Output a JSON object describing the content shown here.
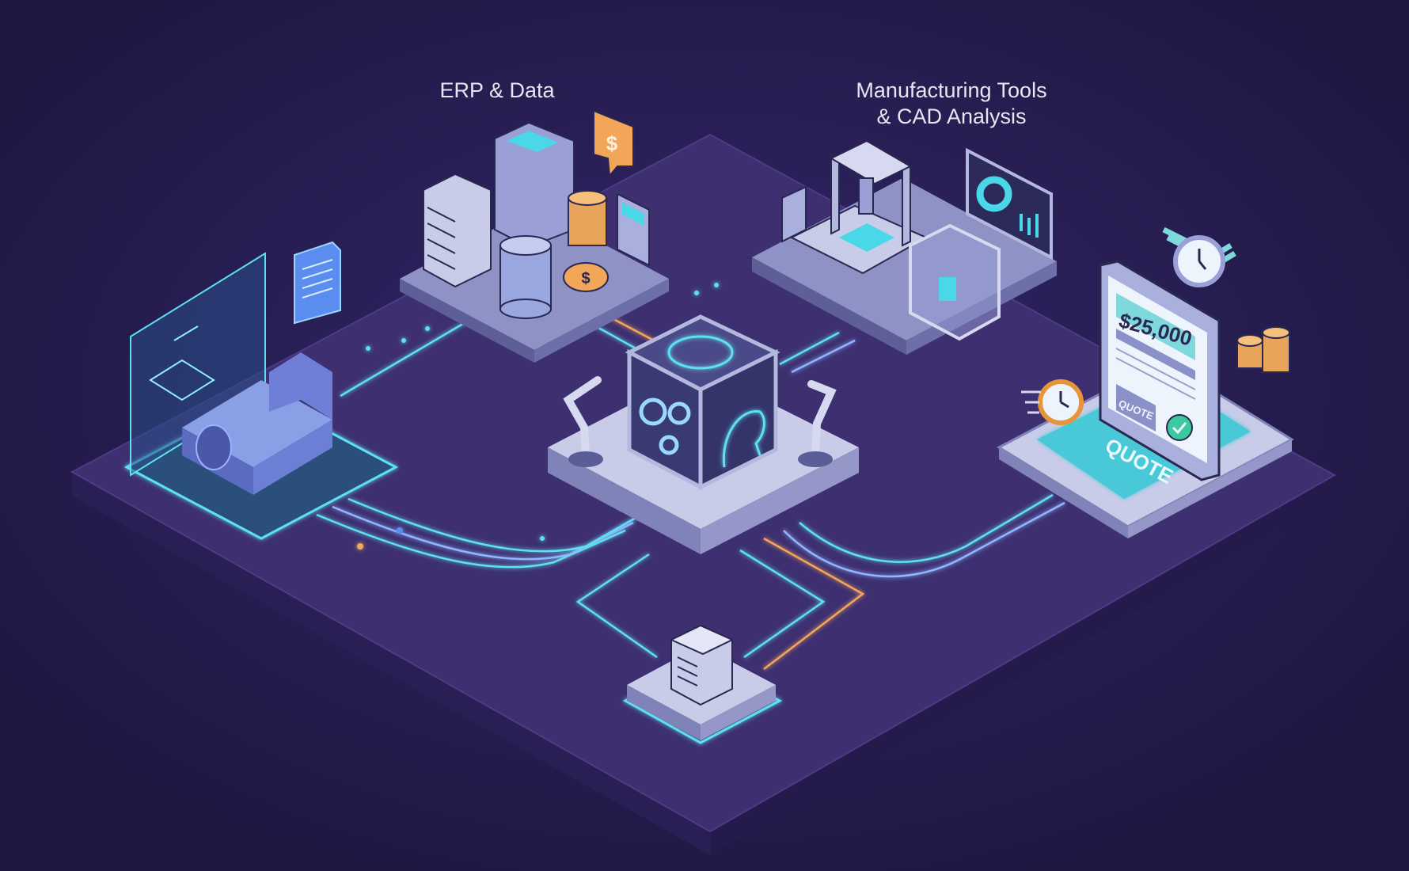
{
  "labels": {
    "erp": "ERP & Data",
    "manufacturing_line1": "Manufacturing Tools",
    "manufacturing_line2": "& CAD Analysis"
  },
  "quote_device": {
    "price": "$25,000",
    "button": "QUOTE",
    "base_text": "QUOTE"
  },
  "icons": {
    "dollar_bubble": "$",
    "dollar_coin": "$"
  },
  "colors": {
    "background": "#231a4a",
    "platform": "#3d2f70",
    "glow": "#5fe0f0",
    "orange": "#f2a65a",
    "panel": "#c9cce8"
  }
}
